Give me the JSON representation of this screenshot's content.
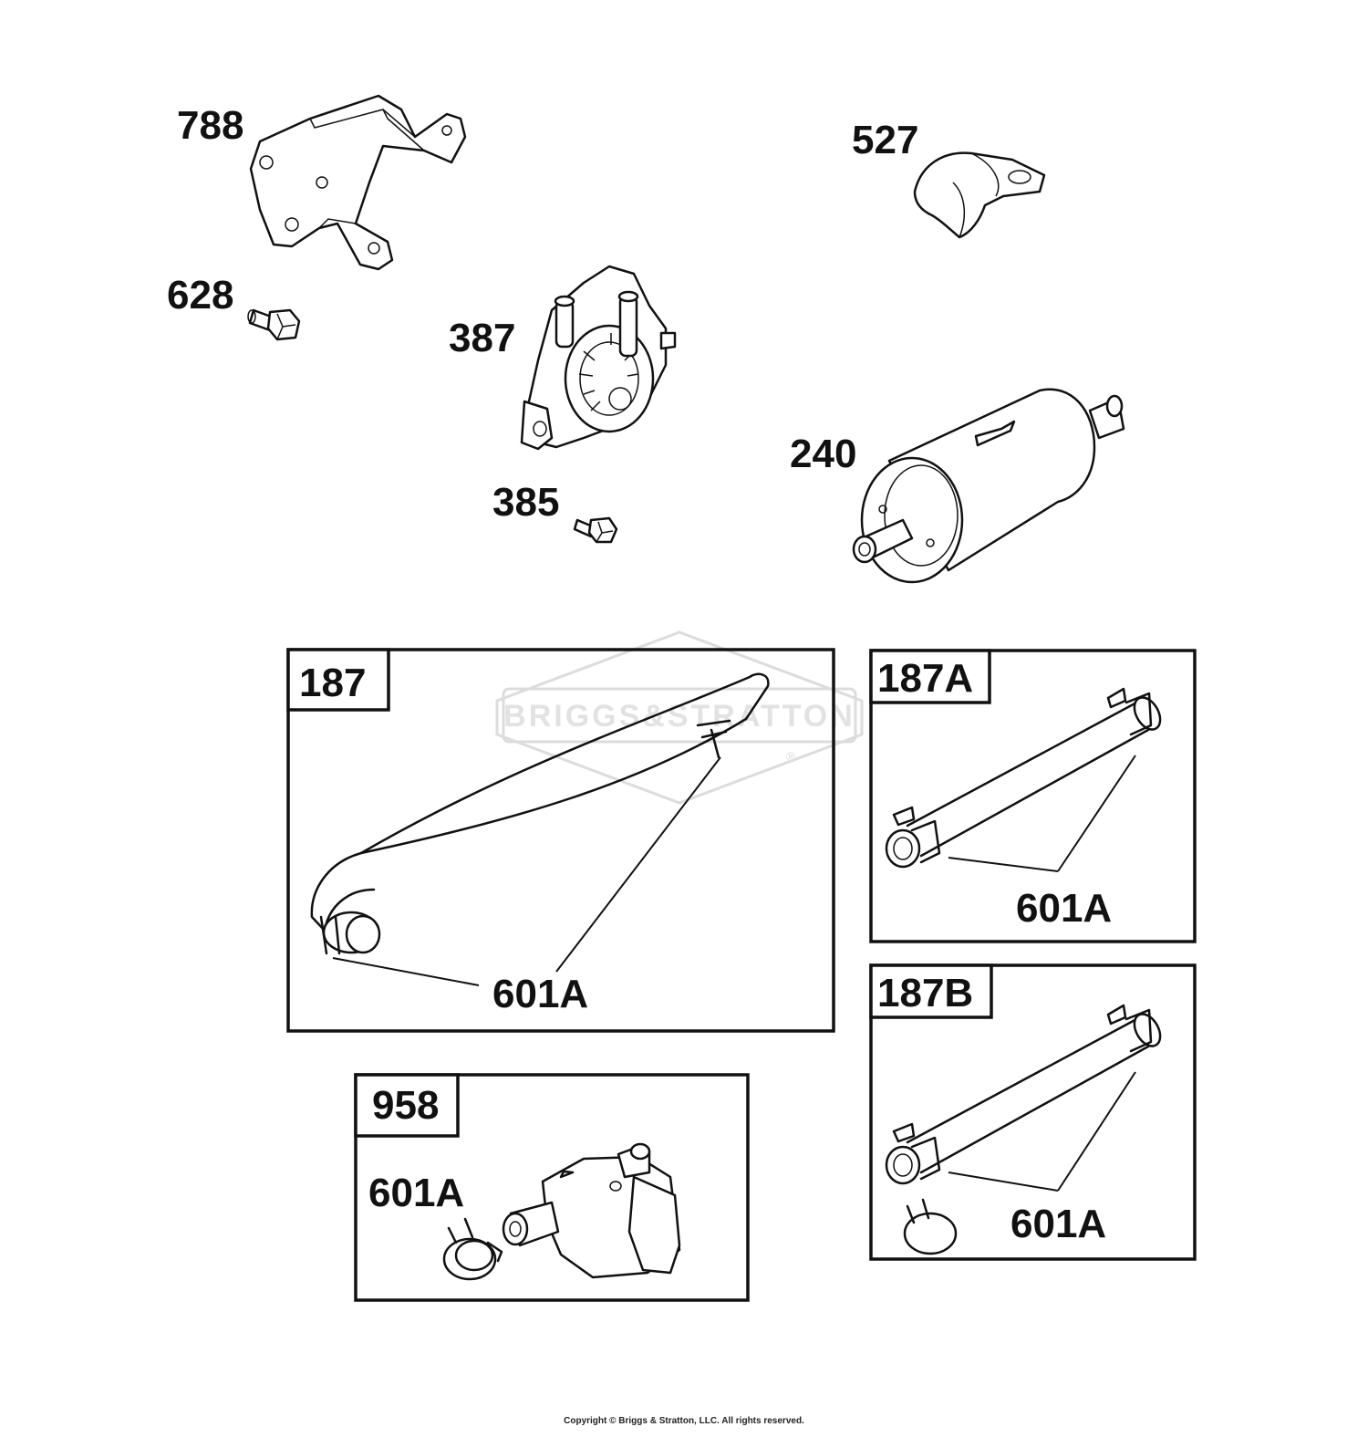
{
  "watermark": {
    "text": "BRIGGS&STRATTON",
    "registered": "®"
  },
  "parts": [
    {
      "id": "788",
      "label": "788",
      "icon": "bracket-icon"
    },
    {
      "id": "628",
      "label": "628",
      "icon": "bolt-icon"
    },
    {
      "id": "387",
      "label": "387",
      "icon": "fuel-pump-icon"
    },
    {
      "id": "385",
      "label": "385",
      "icon": "screw-icon"
    },
    {
      "id": "527",
      "label": "527",
      "icon": "clip-icon"
    },
    {
      "id": "240",
      "label": "240",
      "icon": "fuel-filter-icon"
    }
  ],
  "panels": [
    {
      "id": "187",
      "label": "187",
      "callout": "601A",
      "icon": "fuel-line-icon"
    },
    {
      "id": "187A",
      "label": "187A",
      "callout": "601A",
      "icon": "fuel-line-icon"
    },
    {
      "id": "187B",
      "label": "187B",
      "callout": "601A",
      "icon": "fuel-line-icon"
    },
    {
      "id": "958",
      "label": "958",
      "callout": "601A",
      "icon": "shutoff-valve-icon"
    }
  ],
  "copyright": "Copyright © Briggs & Stratton, LLC. All rights reserved."
}
